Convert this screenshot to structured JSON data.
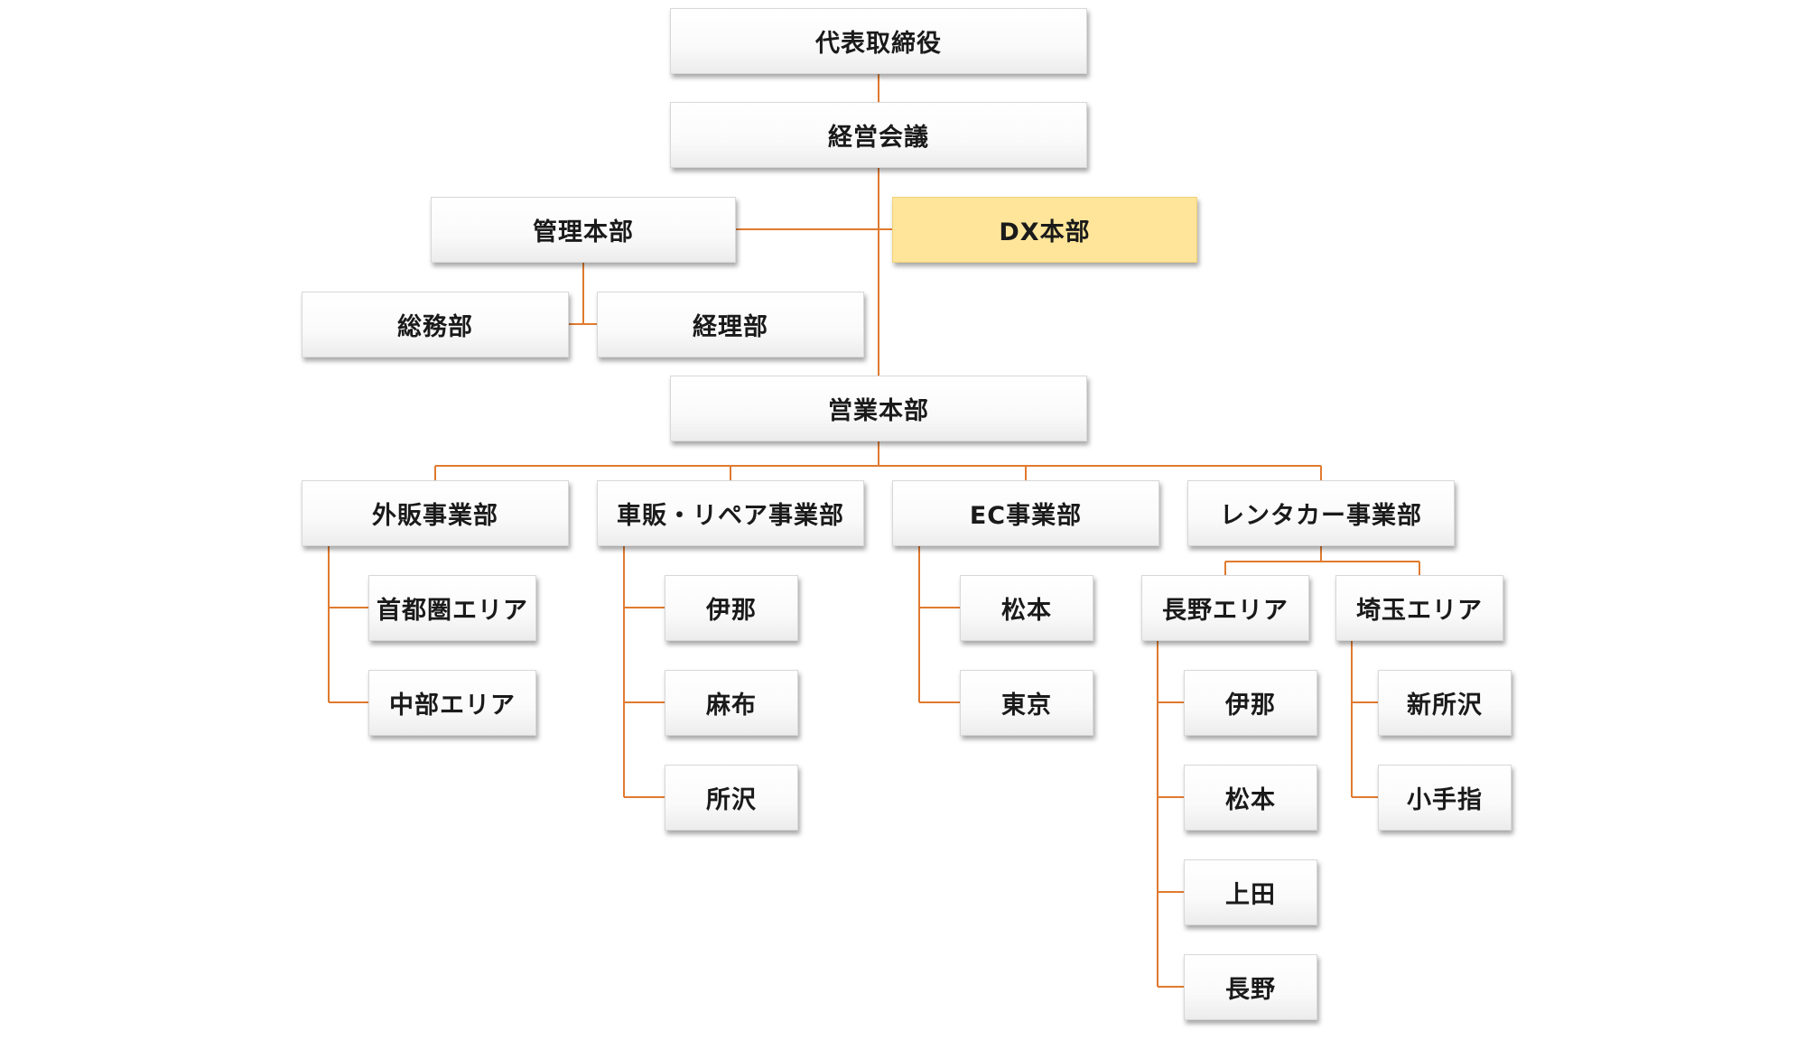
{
  "org_chart": {
    "line_color": "#e07a2f",
    "highlight_color": "#ffe59a",
    "nodes": {
      "ceo": "代表取締役",
      "mgmt_meeting": "経営会議",
      "admin_hq": "管理本部",
      "dx_hq": "DX本部",
      "general_affairs": "総務部",
      "accounting": "経理部",
      "sales_hq": "営業本部",
      "external_sales": "外販事業部",
      "vehicle_sales_repair": "車販・リペア事業部",
      "ec": "EC事業部",
      "rental_car": "レンタカー事業部",
      "ext_metro": "首都圏エリア",
      "ext_chubu": "中部エリア",
      "veh_ina": "伊那",
      "veh_azabu": "麻布",
      "veh_tokorozawa": "所沢",
      "ec_matsumoto": "松本",
      "ec_tokyo": "東京",
      "rent_nagano_area": "長野エリア",
      "rent_saitama_area": "埼玉エリア",
      "nag_ina": "伊那",
      "nag_matsumoto": "松本",
      "nag_ueda": "上田",
      "nag_nagano": "長野",
      "sai_shintokorozawa": "新所沢",
      "sai_kotesashi": "小手指"
    }
  }
}
